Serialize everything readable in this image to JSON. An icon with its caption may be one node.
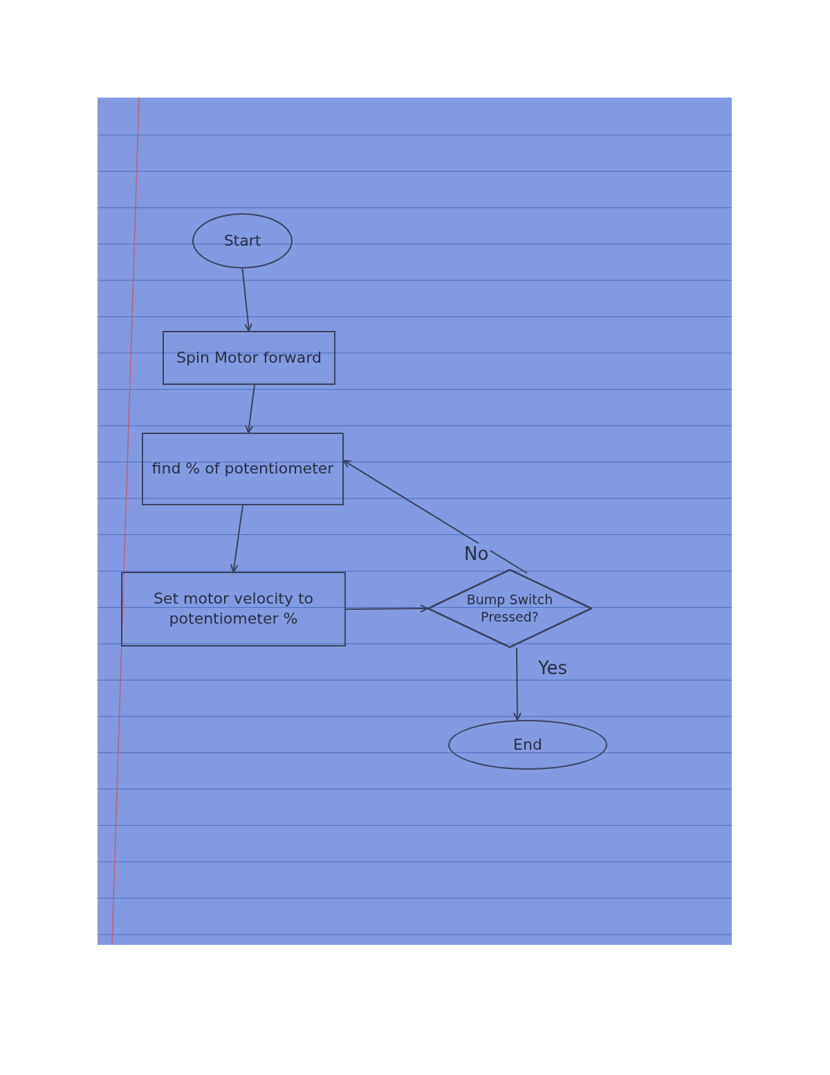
{
  "diagram": {
    "nodes": [
      {
        "text": [
          "Start"
        ]
      },
      {
        "text": [
          "Spin Motor forward"
        ]
      },
      {
        "text": [
          "find % of potentiometer"
        ]
      },
      {
        "text": [
          "Set motor velocity to potentiometer %"
        ]
      },
      {
        "text": [
          "Bump Switch Pressed?"
        ]
      },
      {
        "text": [
          "End"
        ]
      }
    ],
    "edges": [
      {
        "from": 0,
        "to": 1,
        "arrow": "to"
      },
      {
        "from": 1,
        "to": 2,
        "arrow": "to"
      },
      {
        "from": 2,
        "to": 3,
        "arrow": "to"
      },
      {
        "from": 3,
        "to": 4,
        "arrow": "to"
      },
      {
        "from": 4,
        "to": 2,
        "label": "No",
        "arrow": "to"
      },
      {
        "from": 4,
        "to": 5,
        "label": "Yes",
        "arrow": "to"
      }
    ]
  }
}
